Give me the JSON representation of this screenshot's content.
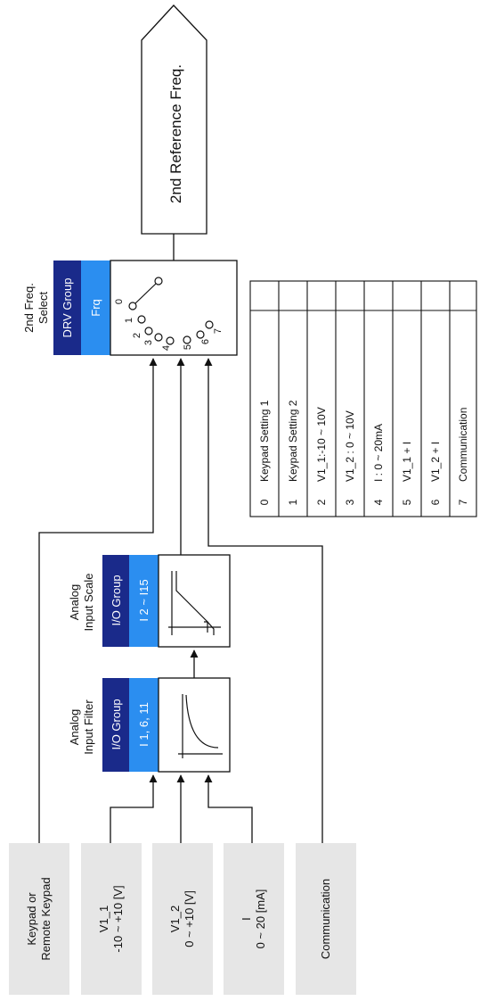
{
  "inputs": [
    {
      "line1": "Keypad or",
      "line2": "Remote Keypad"
    },
    {
      "line1": "V1_1",
      "line2": "-10 ~ +10 [V]"
    },
    {
      "line1": "V1_2",
      "line2": "0 ~ +10 [V]"
    },
    {
      "line1": "I",
      "line2": "0 ~ 20 [mA]"
    },
    {
      "line1": "Communication",
      "line2": ""
    }
  ],
  "filter": {
    "title1": "Analog",
    "title2": "Input Filter",
    "group": "I/O Group",
    "params": "I 1, 6, 11"
  },
  "scale": {
    "title1": "Analog",
    "title2": "Input Scale",
    "group": "I/O Group",
    "params": "I 2 ~ I15"
  },
  "select": {
    "title1": "2nd Freq.",
    "title2": "Select",
    "group": "DRV Group",
    "params": "Frq",
    "positions": [
      "0",
      "1",
      "2",
      "3",
      "4",
      "5",
      "6",
      "7"
    ]
  },
  "output": {
    "label": "2nd Reference Freq."
  },
  "table": [
    {
      "code": "0",
      "desc": "Keypad Setting 1"
    },
    {
      "code": "1",
      "desc": "Keypad Setting 2"
    },
    {
      "code": "2",
      "desc": "V1_1:-10 ~ 10V"
    },
    {
      "code": "3",
      "desc": "V1_2 : 0 ~ 10V"
    },
    {
      "code": "4",
      "desc": "I : 0 ~ 20mA"
    },
    {
      "code": "5",
      "desc": "V1_1 + I"
    },
    {
      "code": "6",
      "desc": "V1_2 + I"
    },
    {
      "code": "7",
      "desc": "Communication"
    }
  ],
  "colors": {
    "group_dark": "#1a2a8a",
    "group_light": "#2b8ef0",
    "input_fill": "#e6e6e6"
  }
}
